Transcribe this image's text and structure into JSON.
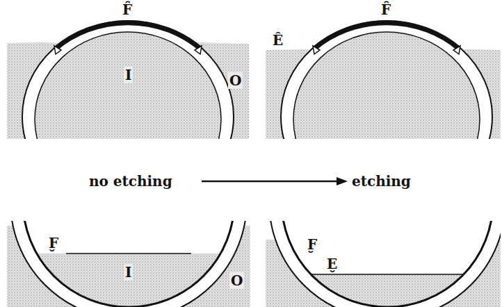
{
  "diagram": {
    "labels": [
      "F̑",
      "I",
      "O",
      "F̑",
      "Ȇ",
      "no etching",
      "etching",
      "F̮",
      "I",
      "O",
      "F̮",
      "E̮"
    ]
  }
}
